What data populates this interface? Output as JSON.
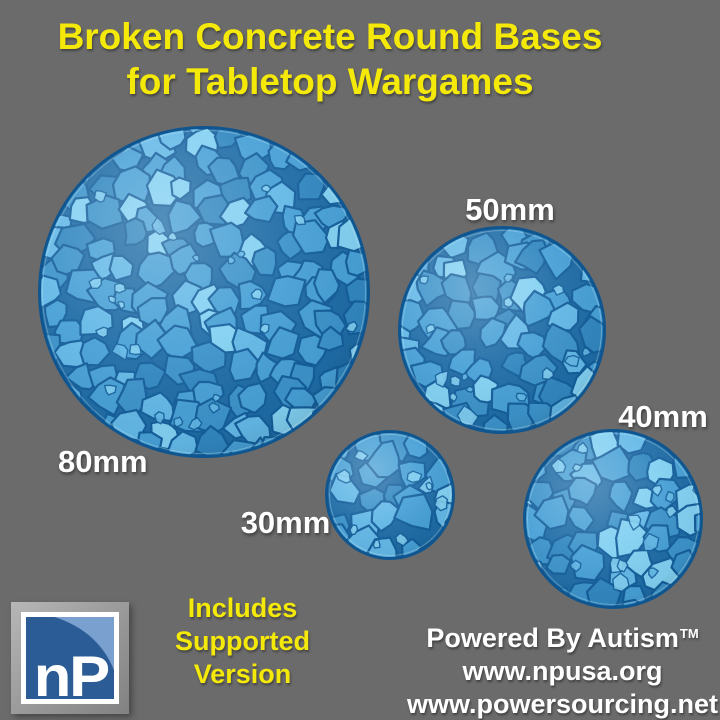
{
  "background_color": "#6b6b6b",
  "title": {
    "line1": "Broken Concrete Round Bases",
    "line2": "for Tabletop Wargames",
    "color": "#f5e90a"
  },
  "bases": [
    {
      "label": "80mm"
    },
    {
      "label": "50mm"
    },
    {
      "label": "30mm"
    },
    {
      "label": "40mm"
    }
  ],
  "includes_note": {
    "lines": [
      "Includes",
      "Supported",
      "Version"
    ],
    "color": "#f5e90a"
  },
  "footer": {
    "powered_by": "Powered By Autism",
    "trademark": "TM",
    "url_1": "www.npusa.org",
    "url_2": "www.powersourcing.net"
  },
  "logo": {
    "text": "nP",
    "dark_blue": "#2c5c95",
    "light_blue": "#7aa0cf"
  },
  "base_style": {
    "plate_colors": [
      "#82d0f2",
      "#63b8e7",
      "#47a0d6",
      "#3c93ca",
      "#3187c0"
    ],
    "crack_color": "#145f9c",
    "gap_fill": "#1e6ca6",
    "rim_color": "#0f5690"
  }
}
